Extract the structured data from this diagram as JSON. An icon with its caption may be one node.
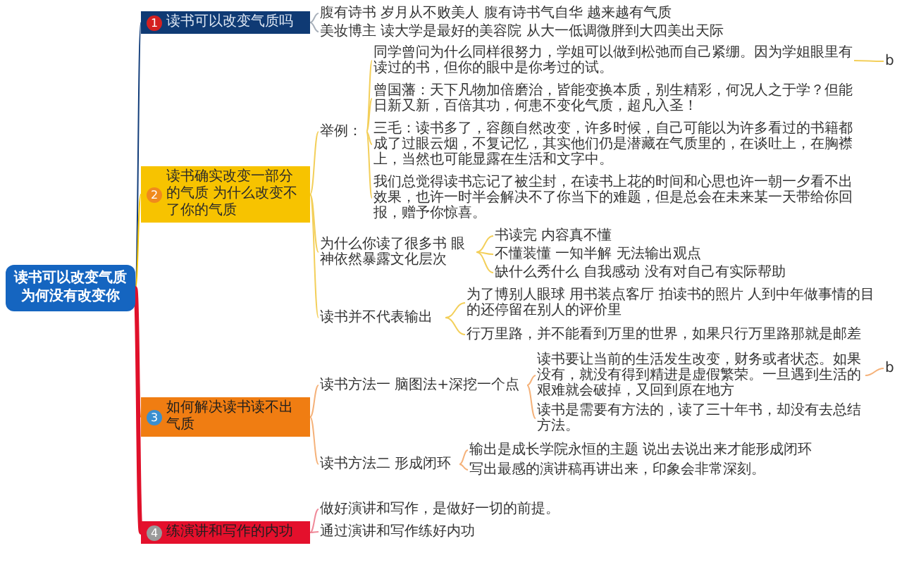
{
  "diagram": {
    "nodes": [
      {
        "text": [
          "读书可以改变气质为何没有改变你"
        ]
      },
      {
        "text": [
          "1",
          "读书可以改变气质吗"
        ]
      },
      {
        "text": [
          "腹有诗书 岁月从不败美人 腹有诗书气自华 越来越有气质"
        ]
      },
      {
        "text": [
          "美妆博主 读大学是最好的美容院 从大一低调微胖到大四美出天际"
        ]
      },
      {
        "text": [
          "2",
          "读书确实改变一部分的气质 为什么改变不了你的气质"
        ]
      },
      {
        "text": [
          "举例："
        ]
      },
      {
        "text": [
          "同学曾问为什么同样很努力，学姐可以做到松弛而自己紧绷。因为学姐眼里有读过的书，但你的眼中是你考过的试。"
        ]
      },
      {
        "text": [
          "曾国藩：天下凡物加倍磨治，皆能变换本质，别生精彩，何况人之于学？但能日新又新，百倍其功，何患不变化气质，超凡入圣！"
        ]
      },
      {
        "text": [
          "三毛：读书多了，容颜自然改变，许多时候，自己可能以为许多看过的书籍都成了过眼云烟，不复记忆，其实他们仍是潜藏在气质里的，在谈吐上，在胸襟上，当然也可能显露在生活和文字中。"
        ]
      },
      {
        "text": [
          "我们总觉得读书忘记了被尘封，在读书上花的时间和心思也许一朝一夕看不出效果，也许一时半会解决不了你当下的难题，但是总会在未来某一天带给你回报，赠予你惊喜。"
        ]
      },
      {
        "text": [
          "b"
        ]
      },
      {
        "text": [
          "为什么你读了很多书 眼神依然暴露文化层次"
        ]
      },
      {
        "text": [
          "书读完 内容真不懂"
        ]
      },
      {
        "text": [
          "不懂装懂 一知半解 无法输出观点"
        ]
      },
      {
        "text": [
          "缺什么秀什么 自我感动 没有对自己有实际帮助"
        ]
      },
      {
        "text": [
          "读书并不代表输出"
        ]
      },
      {
        "text": [
          "为了博别人眼球 用书装点客厅 拍读书的照片 人到中年做事情的目的还停留在别人的评价里"
        ]
      },
      {
        "text": [
          "行万里路，并不能看到万里的世界，如果只行万里路那就是邮差"
        ]
      },
      {
        "text": [
          "3",
          "如何解决读书读不出气质"
        ]
      },
      {
        "text": [
          "读书方法一 脑图法+深挖一个点"
        ]
      },
      {
        "text": [
          "读书要让当前的生活发生改变，财务或者状态。如果没有，就没有得到精进是虚假繁荣。一旦遇到生活的艰难就会破掉，又回到原在地方"
        ]
      },
      {
        "text": [
          "读书是需要有方法的，读了三十年书，却没有去总结方法。"
        ]
      },
      {
        "text": [
          "b"
        ]
      },
      {
        "text": [
          "读书方法二 形成闭环"
        ]
      },
      {
        "text": [
          "输出是成长学院永恒的主题 说出去说出来才能形成闭环"
        ]
      },
      {
        "text": [
          "写出最感的演讲稿再讲出来，印象会非常深刻。"
        ]
      },
      {
        "text": [
          "4",
          "练演讲和写作的内功"
        ]
      },
      {
        "text": [
          "做好演讲和写作，是做好一切的前提。"
        ]
      },
      {
        "text": [
          "通过演讲和写作练好内功"
        ]
      }
    ],
    "edges": [
      {
        "from": 0,
        "to": 1,
        "arrow": "none",
        "color": "#123d7a"
      },
      {
        "from": 1,
        "to": 2,
        "arrow": "none",
        "color": "#a8b0ba"
      },
      {
        "from": 1,
        "to": 3,
        "arrow": "none",
        "color": "#a8b0ba"
      },
      {
        "from": 0,
        "to": 4,
        "arrow": "none",
        "color": "#f5c400"
      },
      {
        "from": 4,
        "to": 5,
        "arrow": "none",
        "color": "#f3cf5a"
      },
      {
        "from": 5,
        "to": 6,
        "arrow": "none",
        "color": "#f3cf5a"
      },
      {
        "from": 5,
        "to": 7,
        "arrow": "none",
        "color": "#f3cf5a"
      },
      {
        "from": 5,
        "to": 8,
        "arrow": "none",
        "color": "#f3cf5a"
      },
      {
        "from": 5,
        "to": 9,
        "arrow": "none",
        "color": "#f3cf5a"
      },
      {
        "from": 6,
        "to": 10,
        "arrow": "none",
        "color": "#f3cf5a"
      },
      {
        "from": 4,
        "to": 11,
        "arrow": "none",
        "color": "#f3cf5a"
      },
      {
        "from": 11,
        "to": 12,
        "arrow": "none",
        "color": "#f3cf5a"
      },
      {
        "from": 11,
        "to": 13,
        "arrow": "none",
        "color": "#f3cf5a"
      },
      {
        "from": 11,
        "to": 14,
        "arrow": "none",
        "color": "#f3cf5a"
      },
      {
        "from": 4,
        "to": 15,
        "arrow": "none",
        "color": "#f3cf5a"
      },
      {
        "from": 15,
        "to": 16,
        "arrow": "none",
        "color": "#f3cf5a"
      },
      {
        "from": 15,
        "to": 17,
        "arrow": "none",
        "color": "#f3cf5a"
      },
      {
        "from": 0,
        "to": 18,
        "arrow": "none",
        "color": "#f08a1c"
      },
      {
        "from": 18,
        "to": 19,
        "arrow": "none",
        "color": "#f5b27a"
      },
      {
        "from": 19,
        "to": 20,
        "arrow": "none",
        "color": "#f5b27a"
      },
      {
        "from": 19,
        "to": 21,
        "arrow": "none",
        "color": "#f5b27a"
      },
      {
        "from": 20,
        "to": 22,
        "arrow": "none",
        "color": "#f5b27a"
      },
      {
        "from": 18,
        "to": 23,
        "arrow": "none",
        "color": "#f5b27a"
      },
      {
        "from": 23,
        "to": 24,
        "arrow": "none",
        "color": "#f5b27a"
      },
      {
        "from": 23,
        "to": 25,
        "arrow": "none",
        "color": "#f5b27a"
      },
      {
        "from": 0,
        "to": 26,
        "arrow": "none",
        "color": "#e0102a",
        "style": "thick"
      },
      {
        "from": 26,
        "to": 27,
        "arrow": "none",
        "color": "#f08a9a"
      },
      {
        "from": 26,
        "to": 28,
        "arrow": "none",
        "color": "#f08a9a"
      }
    ]
  }
}
